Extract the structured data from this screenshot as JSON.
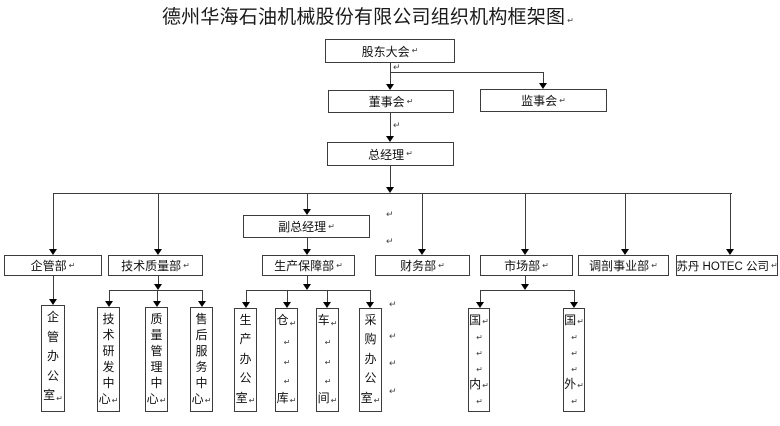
{
  "title": "德州华海石油机械股份有限公司组织机构框架图",
  "return_mark": "↵",
  "nodes": {
    "shareholders": "股东大会",
    "board": "董事会",
    "supervisory": "监事会",
    "general_manager": "总经理",
    "deputy_general_manager": "副总经理",
    "dept_enterprise_mgmt": "企管部",
    "dept_tech_quality": "技术质量部",
    "dept_production_support": "生产保障部",
    "dept_finance": "财务部",
    "dept_market": "市场部",
    "dept_profile_control": "调剖事业部",
    "dept_sudan_hotec": "苏丹 HOTEC 公司"
  },
  "vnodes": {
    "enterprise_mgmt_office": [
      "企",
      "管",
      "办",
      "公",
      "室↵"
    ],
    "tech_rd_center": [
      "技",
      "术",
      "研",
      "发",
      "中",
      "心↵"
    ],
    "quality_mgmt_center": [
      "质",
      "量",
      "管",
      "理",
      "中",
      "心↵"
    ],
    "after_sales_center": [
      "售",
      "后",
      "服",
      "务",
      "中",
      "心↵"
    ],
    "production_office": [
      "生",
      "产",
      "办",
      "公",
      "室↵"
    ],
    "warehouse": [
      "仓↵",
      "↵",
      "↵",
      "↵",
      "库↵"
    ],
    "workshop": [
      "车↵",
      "↵",
      "↵",
      "↵",
      "间↵"
    ],
    "purchasing_office": [
      "采",
      "购",
      "办",
      "公",
      "室↵"
    ],
    "domestic": [
      "国↵",
      "↵",
      "↵",
      "↵",
      "内↵",
      "↵"
    ],
    "overseas": [
      "国↵",
      "↵",
      "↵",
      "↵",
      "外↵",
      "↵"
    ]
  }
}
